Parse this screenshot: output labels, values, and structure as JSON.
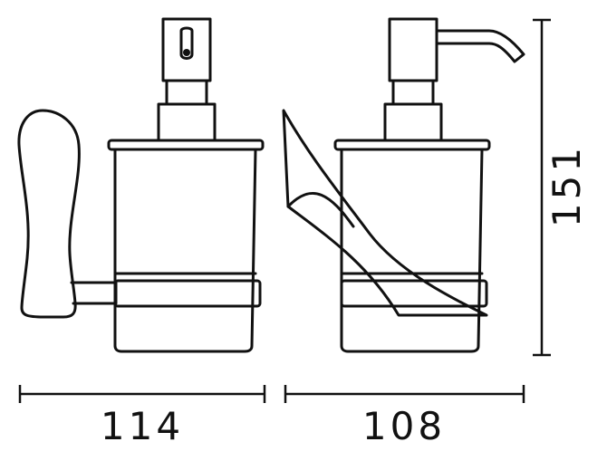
{
  "dimensions": {
    "width_front": "114",
    "width_side": "108",
    "height": "151"
  },
  "colors": {
    "line": "#111111",
    "background": "#ffffff"
  }
}
